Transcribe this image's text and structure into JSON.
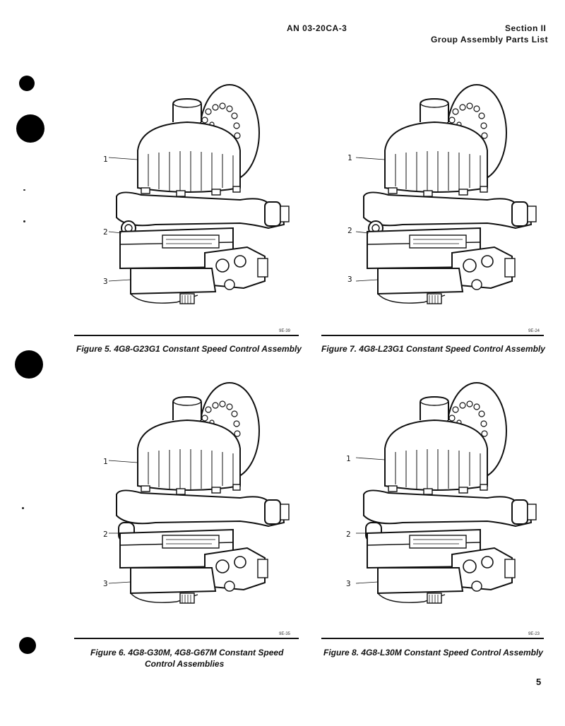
{
  "header": {
    "doc_number": "AN 03-20CA-3",
    "section": "Section II",
    "subtitle": "Group Assembly Parts List"
  },
  "figures": [
    {
      "callouts": [
        "1",
        "2",
        "3"
      ],
      "code": "9E-39",
      "caption": "Figure 5. 4G8-G23G1 Constant Speed Control Assembly"
    },
    {
      "callouts": [
        "1",
        "2",
        "3"
      ],
      "code": "9E-24",
      "caption": "Figure 7. 4G8-L23G1 Constant Speed Control Assembly"
    },
    {
      "callouts": [
        "1",
        "2",
        "3"
      ],
      "code": "9E-35",
      "caption_line1": "Figure 6. 4G8-G30M, 4G8-G67M Constant Speed",
      "caption_line2": "Control Assemblies"
    },
    {
      "callouts": [
        "1",
        "2",
        "3"
      ],
      "code": "9E-23",
      "caption": "Figure 8. 4G8-L30M Constant Speed Control Assembly"
    }
  ],
  "page_number": "5"
}
